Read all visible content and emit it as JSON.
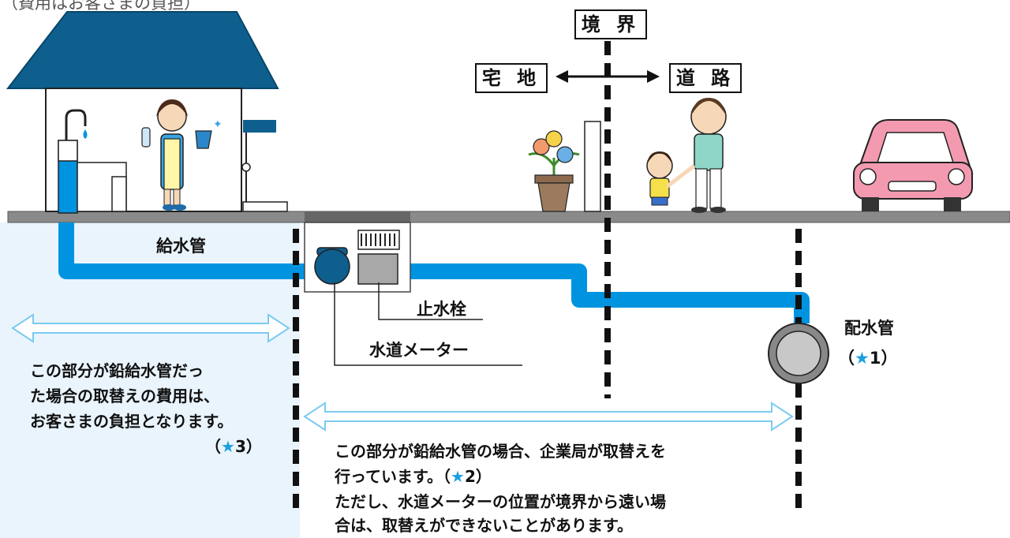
{
  "top_note": "（費用はお客さまの負担）",
  "labels": {
    "boundary": "境 界",
    "private_land": "宅 地",
    "road": "道 路",
    "service_pipe": "給水管",
    "stop_valve": "止水栓",
    "water_meter": "水道メーター",
    "distribution_main": "配水管",
    "distribution_main_note": {
      "open": "（",
      "star": "★",
      "num": "1",
      "close": "）"
    }
  },
  "notes": {
    "left": {
      "line1": "この部分が鉛給水管だっ",
      "line2": "た場合の取替えの費用は、",
      "line3": "お客さまの負担となります。",
      "ref": {
        "open": "（",
        "star": "★",
        "num": "3",
        "close": "）"
      }
    },
    "middle": {
      "line1": "この部分が鉛給水管の場合、企業局が取替えを",
      "line2_prefix": "行っています。",
      "line2_ref": {
        "open": "（",
        "star": "★",
        "num": "2",
        "close": "）"
      },
      "line3": "ただし、水道メーターの位置が境界から遠い場",
      "line4": "合は、取替えができないことがあります。"
    }
  },
  "colors": {
    "pipe": "#0094e0",
    "house_roof": "#0e5f8e",
    "arrow": "#7ccaf0",
    "left_panel": "#e9f4fc",
    "ground": "#888888"
  }
}
